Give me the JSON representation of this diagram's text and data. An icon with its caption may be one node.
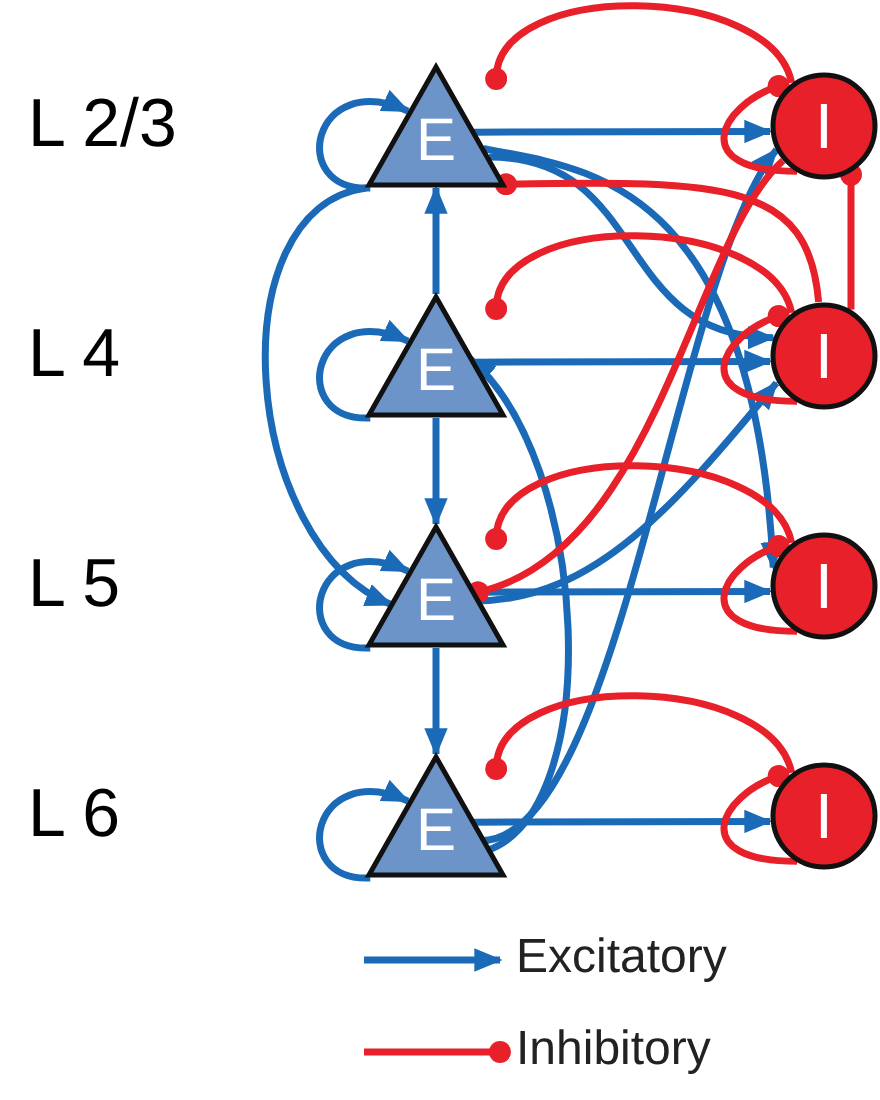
{
  "diagram": {
    "nodes": [
      {
        "text": [
          "E"
        ]
      },
      {
        "text": [
          "E"
        ]
      },
      {
        "text": [
          "E"
        ]
      },
      {
        "text": [
          "E"
        ]
      },
      {
        "text": [
          "I"
        ]
      },
      {
        "text": [
          "I"
        ]
      },
      {
        "text": [
          "I"
        ]
      },
      {
        "text": [
          "I"
        ]
      }
    ],
    "edges": [
      {
        "from": 0,
        "to": 0,
        "arrow": "to"
      },
      {
        "from": 1,
        "to": 1,
        "arrow": "to"
      },
      {
        "from": 2,
        "to": 2,
        "arrow": "to"
      },
      {
        "from": 3,
        "to": 3,
        "arrow": "to"
      },
      {
        "from": 0,
        "to": 4,
        "arrow": "to"
      },
      {
        "from": 1,
        "to": 5,
        "arrow": "to"
      },
      {
        "from": 2,
        "to": 6,
        "arrow": "to"
      },
      {
        "from": 3,
        "to": 7,
        "arrow": "to"
      },
      {
        "from": 1,
        "to": 0,
        "arrow": "to"
      },
      {
        "from": 1,
        "to": 2,
        "arrow": "to"
      },
      {
        "from": 2,
        "to": 3,
        "arrow": "to"
      },
      {
        "from": 0,
        "to": 2,
        "arrow": "to"
      },
      {
        "from": 0,
        "to": 5,
        "arrow": "to"
      },
      {
        "from": 0,
        "to": 6,
        "arrow": "to"
      },
      {
        "from": 2,
        "to": 5,
        "arrow": "to"
      },
      {
        "from": 3,
        "to": 4,
        "arrow": "to"
      },
      {
        "from": 3,
        "to": 1,
        "arrow": "to"
      },
      {
        "from": 4,
        "to": 0,
        "arrow": "other",
        "color": "#e8202a"
      },
      {
        "from": 5,
        "to": 1,
        "arrow": "other",
        "color": "#e8202a"
      },
      {
        "from": 6,
        "to": 2,
        "arrow": "other",
        "color": "#e8202a"
      },
      {
        "from": 7,
        "to": 3,
        "arrow": "other",
        "color": "#e8202a"
      },
      {
        "from": 4,
        "to": 4,
        "arrow": "other",
        "color": "#e8202a"
      },
      {
        "from": 5,
        "to": 5,
        "arrow": "other",
        "color": "#e8202a"
      },
      {
        "from": 6,
        "to": 6,
        "arrow": "other",
        "color": "#e8202a"
      },
      {
        "from": 7,
        "to": 7,
        "arrow": "other",
        "color": "#e8202a"
      },
      {
        "from": 5,
        "to": 0,
        "arrow": "other",
        "color": "#e8202a"
      },
      {
        "from": 5,
        "to": 4,
        "arrow": "other",
        "color": "#e8202a"
      },
      {
        "from": 4,
        "to": 2,
        "arrow": "other",
        "color": "#e8202a"
      }
    ],
    "labels": [
      "L 2/3",
      "L 4",
      "L 5",
      "L 6"
    ],
    "legend": [
      {
        "text": "Excitatory"
      },
      {
        "text": "Inhibitory"
      }
    ]
  }
}
